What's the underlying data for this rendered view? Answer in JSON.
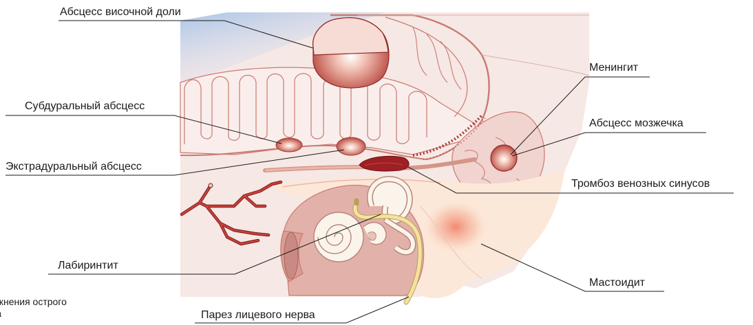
{
  "labels": {
    "temporal_abscess": "Абсцесс височной доли",
    "meningitis": "Менингит",
    "subdural_abscess": "Субдуральный абсцесс",
    "cerebellar_abscess": "Абсцесс мозжечка",
    "extradural_abscess": "Экстрадуральный абсцесс",
    "sinus_thrombosis": "Тромбоз венозных синусов",
    "labyrinthitis": "Лабиринтит",
    "mastoiditis": "Мастоидит",
    "facial_palsy": "Парез лицевого нерва"
  },
  "caption": {
    "line1": "ожнения острого",
    "line2": "та"
  },
  "colors": {
    "brain_fill": "#f3dcd6",
    "brain_outline": "#c97a72",
    "bone_fill": "#fbe6d8",
    "abscess": "#c0473f",
    "thrombus": "#9e1f24",
    "vessel": "#b8302d",
    "nerve": "#f4e3a0",
    "sky": "#bcd3ec"
  }
}
